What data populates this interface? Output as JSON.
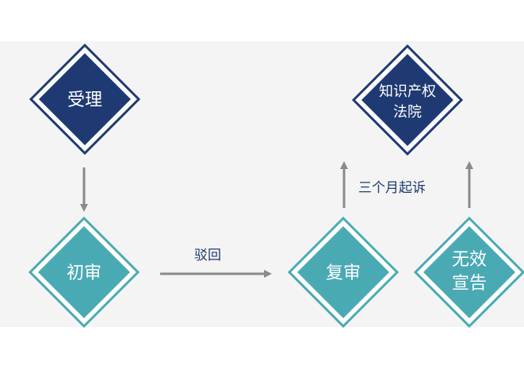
{
  "colors": {
    "blue_fill": "#1f3a72",
    "blue_border": "#1f3a72",
    "teal_fill": "#4aaab4",
    "teal_border": "#4aaab4",
    "arrow": "#8a8a8a",
    "label_text": "#1f3a72"
  },
  "nodes": {
    "acceptance": {
      "line1": "受理"
    },
    "preliminary": {
      "line1": "初审"
    },
    "reexamination": {
      "line1": "复审"
    },
    "invalidation": {
      "line1": "无效",
      "line2": "宣告"
    },
    "ip_court": {
      "line1": "知识产权",
      "line2": "法院"
    }
  },
  "edges": {
    "reject_label": "驳回",
    "lawsuit_label": "三个月起诉"
  }
}
